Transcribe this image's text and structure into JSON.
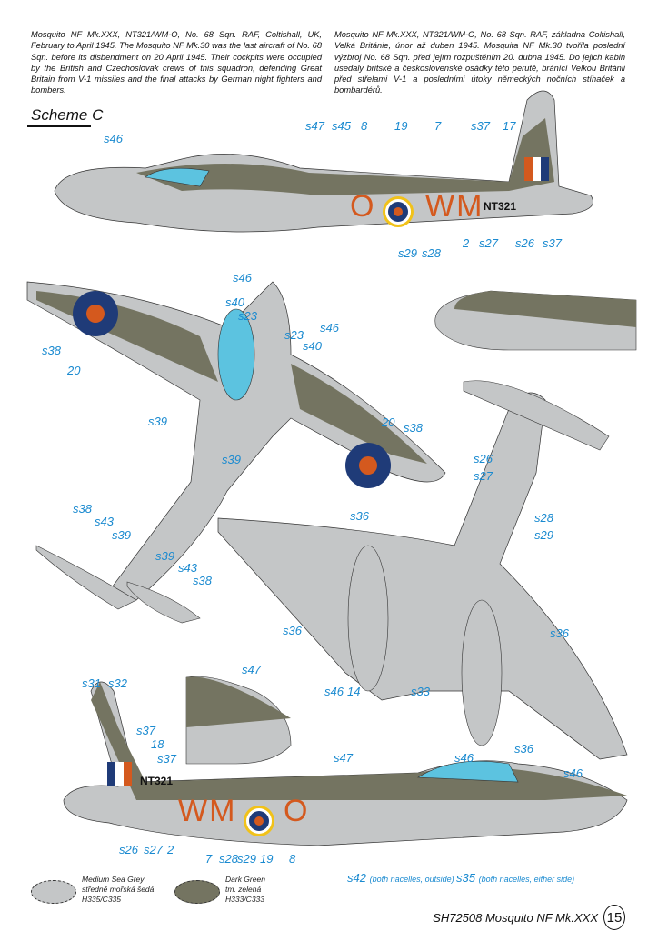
{
  "description_en": "Mosquito NF Mk.XXX, NT321/WM-O, No. 68 Sqn. RAF, Coltishall, UK, February to April 1945. The Mosquito NF Mk.30 was the last aircraft of No. 68 Sqn. before its disbendment on 20 April 1945. Their cockpits were occupied by the British and Czechoslovak crews of this squadron, defending Great Britain from V-1 missiles and the final attacks by German night fighters and bombers.",
  "description_cz": "Mosquito NF Mk.XXX, NT321/WM-O, No. 68 Sqn. RAF, základna Coltishall, Velká Británie, únor až duben 1945. Mosquita NF Mk.30 tvořila poslední výzbroj No. 68 Sqn. před jejím rozpuštěním 20. dubna 1945. Do jejich kabin usedaly britské a československé osádky této perutě, bránící Velkou Británii před střelami V-1 a posledními útoky německých nočních stíhaček a bombardérů.",
  "scheme_title": "Scheme C",
  "markings": {
    "serial": "NT321",
    "code_left": "O",
    "code_right": "WM",
    "code_bottom_left": "WM",
    "code_bottom_right": "O"
  },
  "colors": {
    "medium_sea_grey": "#c4c6c7",
    "dark_green": "#747461",
    "roundel_blue": "#1f3b78",
    "roundel_red": "#d4591e",
    "roundel_yellow": "#f1c21a",
    "callout": "#1a8ad0"
  },
  "callouts": {
    "side_top": [
      "s46",
      "s47",
      "s45",
      "8",
      "19",
      "7",
      "s37",
      "17",
      "2",
      "s27",
      "s26",
      "s37",
      "s29",
      "s28"
    ],
    "upper": [
      "s46",
      "s40",
      "s23",
      "s23",
      "s40",
      "s46",
      "s38",
      "20",
      "s39",
      "s39",
      "20",
      "s38",
      "s38",
      "s43",
      "s39",
      "s39",
      "s43",
      "s38"
    ],
    "under": [
      "s26",
      "s27",
      "s28",
      "s29",
      "s36",
      "s36",
      "s36",
      "s46",
      "14",
      "s33",
      "s46",
      "s36"
    ],
    "side_bottom": [
      "s31",
      "s32",
      "s47",
      "s37",
      "18",
      "s37",
      "s47",
      "s46",
      "s26",
      "s27",
      "2",
      "7",
      "s28",
      "s29",
      "19",
      "8"
    ],
    "notes": [
      {
        "code": "s42",
        "text": "(both nacelles, outside)"
      },
      {
        "code": "s35",
        "text": "(both nacelles, either side)"
      }
    ]
  },
  "legend": [
    {
      "name_en": "Medium Sea Grey",
      "name_cz": "středně mořská šedá",
      "code": "H335/C335"
    },
    {
      "name_en": "Dark Green",
      "name_cz": "tm. zelená",
      "code": "H333/C333"
    }
  ],
  "footer": {
    "title": "SH72508 Mosquito NF Mk.XXX",
    "page": "15"
  }
}
